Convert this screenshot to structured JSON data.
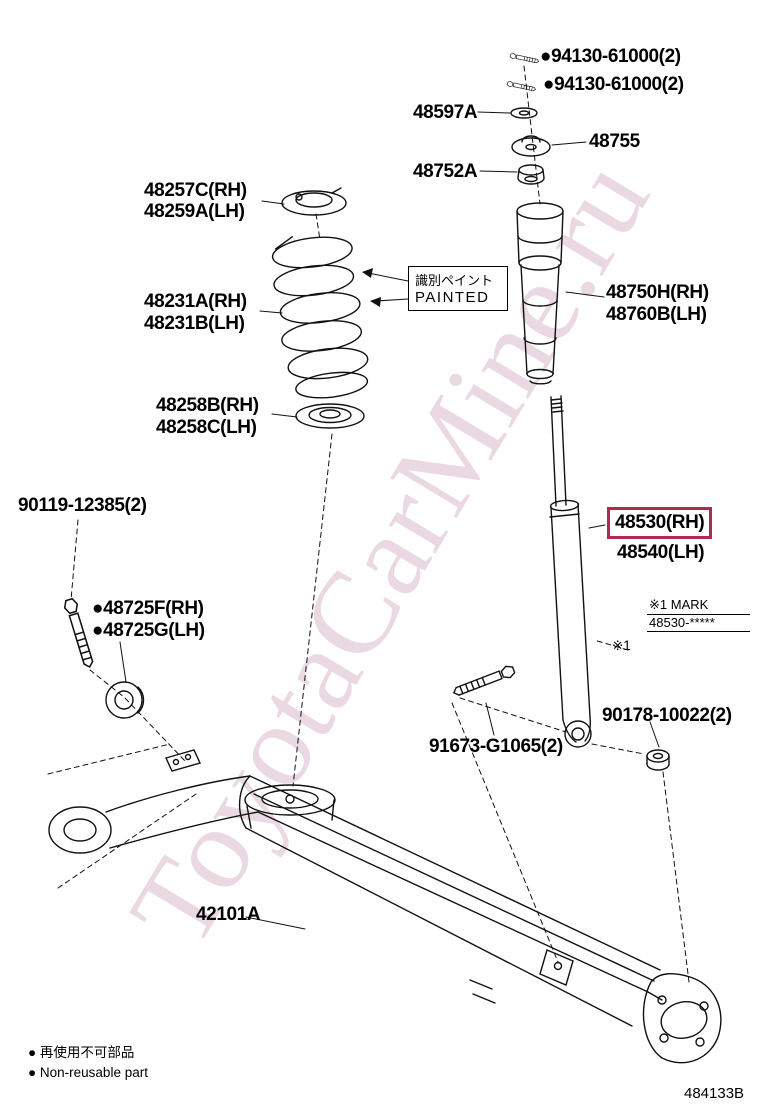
{
  "doc": {
    "diagram_code": "484133B",
    "watermark": "ToyotaCarMine.ru"
  },
  "colors": {
    "highlight_box": "#b02a50",
    "watermark": "#d7b3c9",
    "line_art": "#111111"
  },
  "labels": {
    "bolt_top_1": "●94130-61000(2)",
    "bolt_top_2": "●94130-61000(2)",
    "l48597a": "48597A",
    "l48755": "48755",
    "l48752a": "48752A",
    "l48257c": "48257C(RH)",
    "l48259a": "48259A(LH)",
    "l48231a": "48231A(RH)",
    "l48231b": "48231B(LH)",
    "painted_jp": "識別ペイント",
    "painted_en": "PAINTED",
    "l48750h": "48750H(RH)",
    "l48760b": "48760B(LH)",
    "l48258b": "48258B(RH)",
    "l48258c": "48258C(LH)",
    "l90119": "90119-12385(2)",
    "l48725f": "●48725F(RH)",
    "l48725g": "●48725G(LH)",
    "l48530": "48530(RH)",
    "l48540": "48540(LH)",
    "mark_title": "※1 MARK",
    "mark_value": "48530-*****",
    "mark_ref": "※1",
    "l90178": "90178-10022(2)",
    "l91673": "91673-G1065(2)",
    "l42101a": "42101A",
    "legend_jp": "● 再使用不可部品",
    "legend_en": "● Non-reusable part"
  }
}
